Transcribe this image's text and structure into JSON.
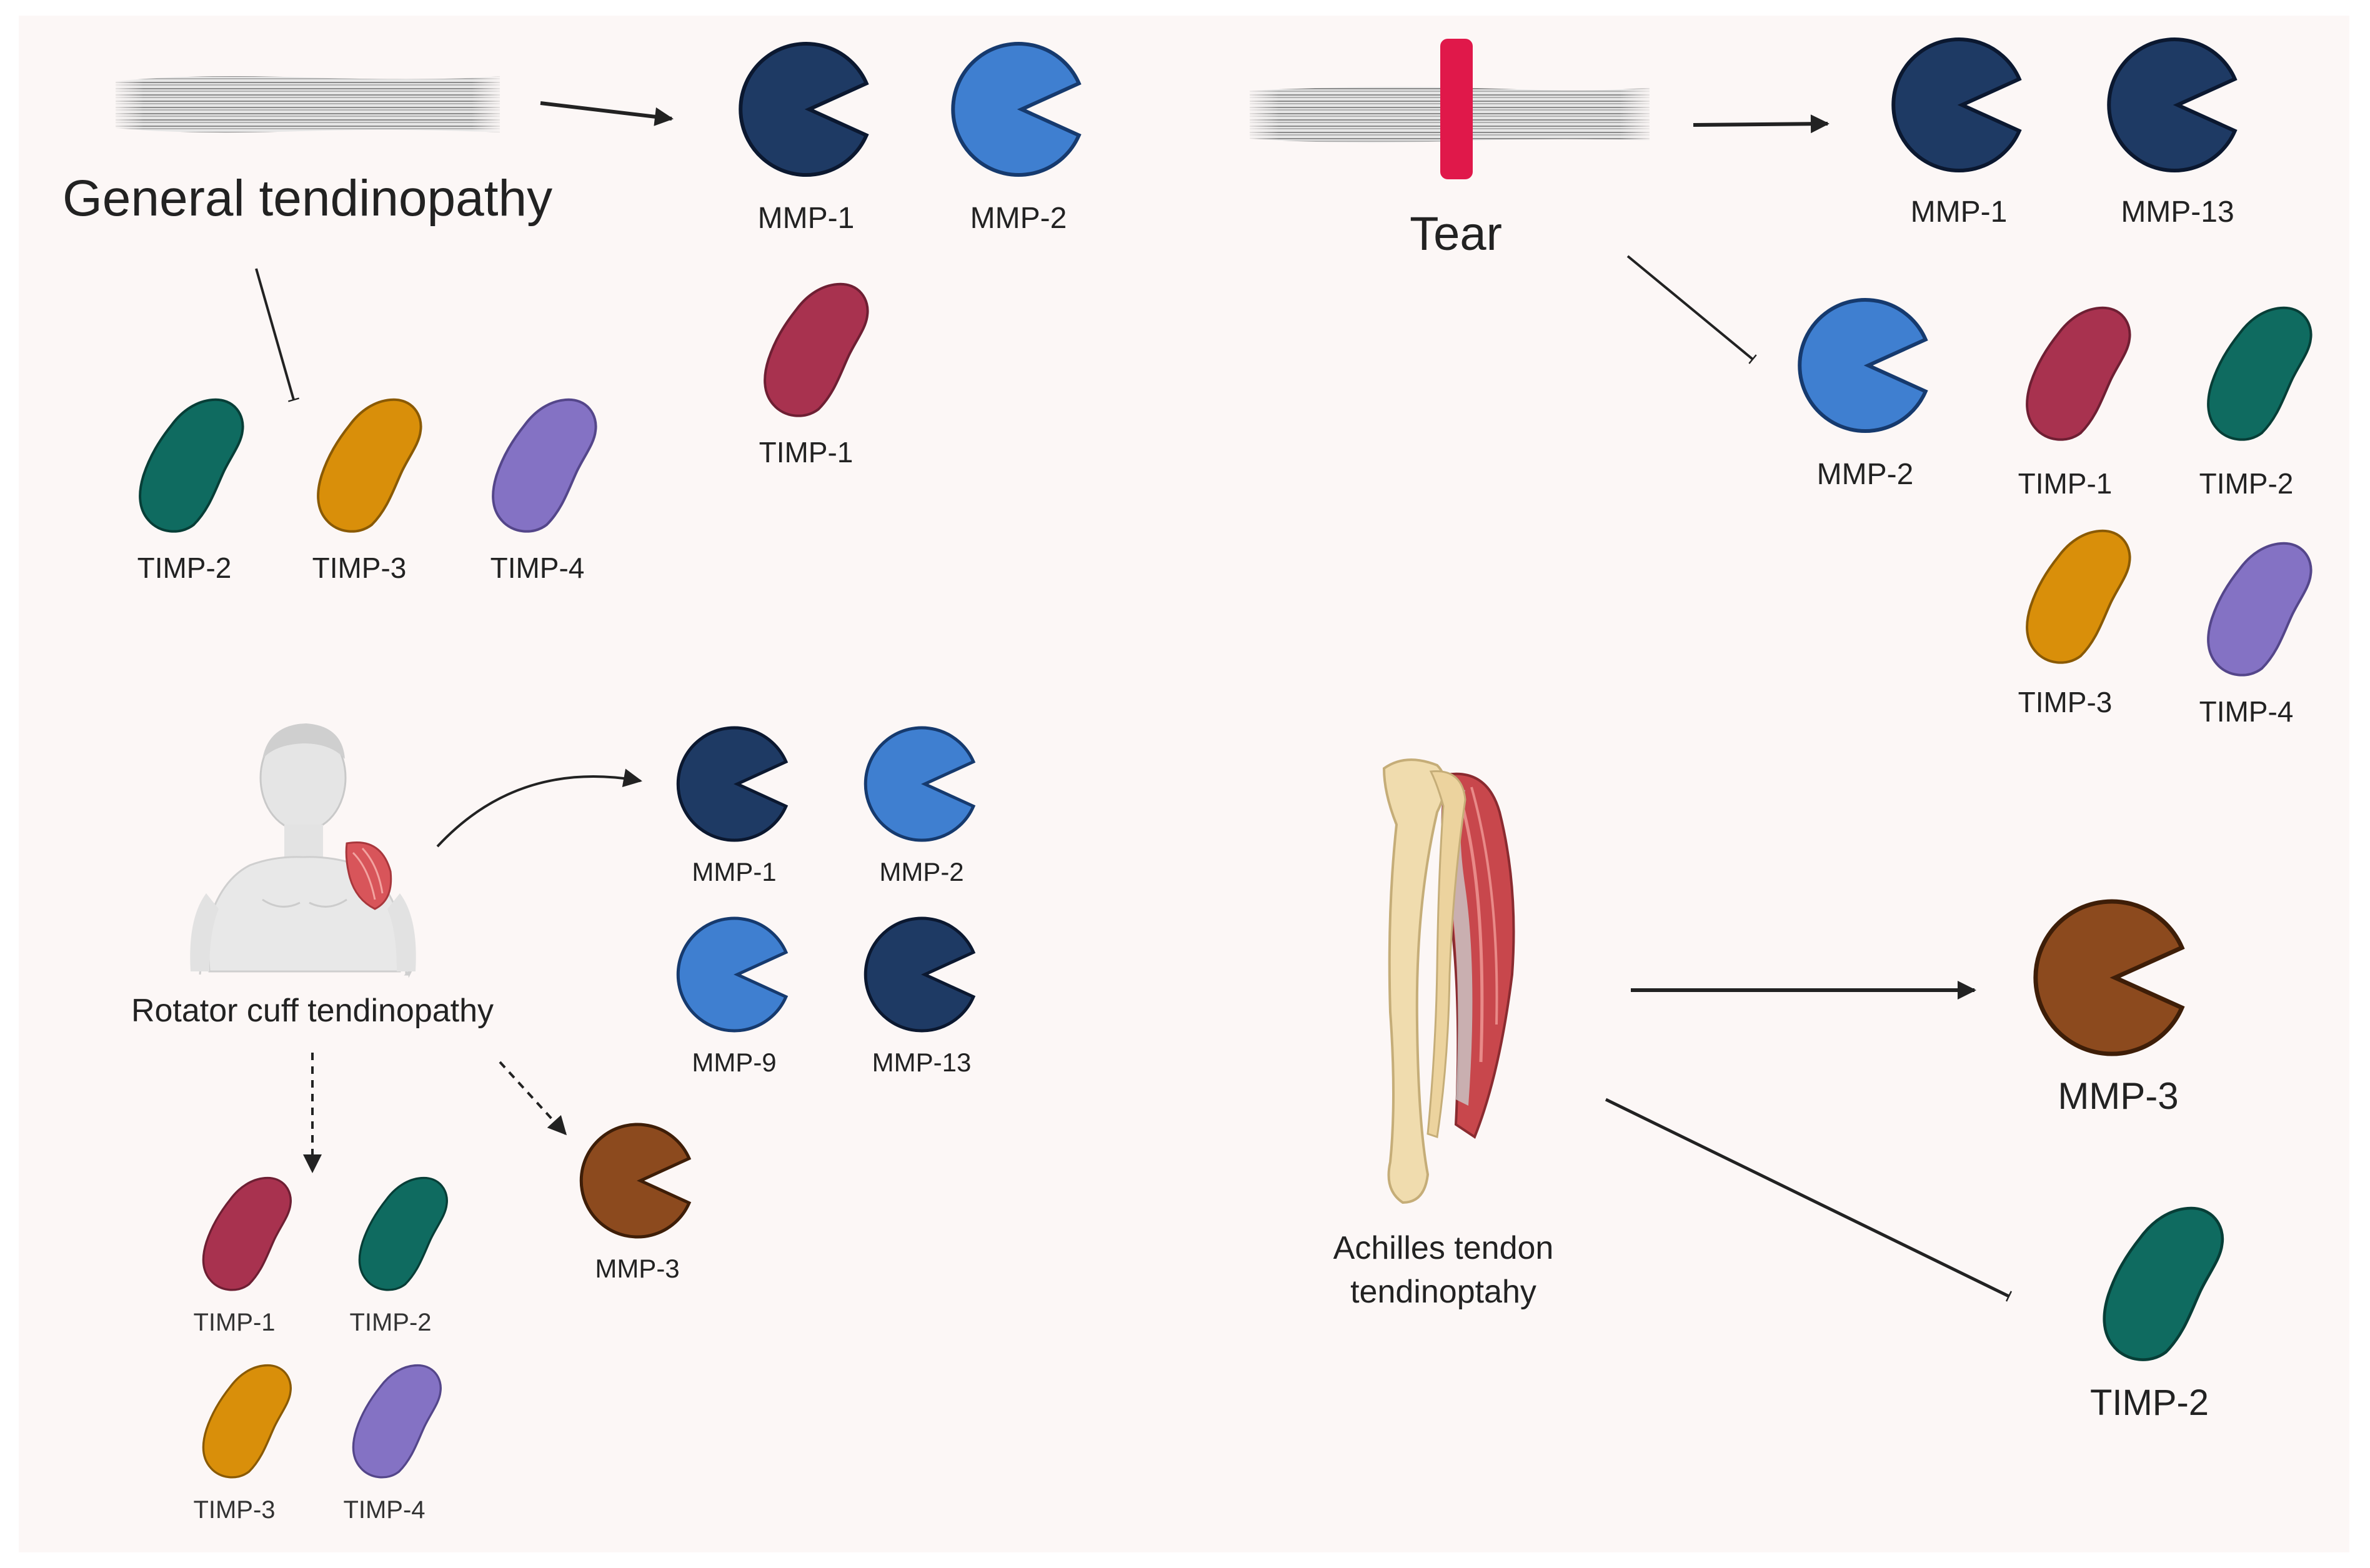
{
  "colors": {
    "background": "#fcf7f6",
    "mmp_dark": "#1e3a64",
    "mmp_light": "#3f7fd0",
    "mmp_brown": "#8c4a1e",
    "timp_1": "#a8324f",
    "timp_2": "#0f6b60",
    "timp_3": "#d98f0a",
    "timp_4": "#8472c4",
    "tear_mark": "#e0184a",
    "arrow": "#222222"
  },
  "sections": {
    "general": {
      "title": "General tendinopathy",
      "upregulated": [
        "MMP-1",
        "MMP-2",
        "TIMP-1"
      ],
      "inhibited": [
        "TIMP-2",
        "TIMP-3",
        "TIMP-4"
      ]
    },
    "tear": {
      "title": "Tear",
      "upregulated": [
        "MMP-1",
        "MMP-13"
      ],
      "inhibited": [
        "MMP-2",
        "TIMP-1",
        "TIMP-2",
        "TIMP-3",
        "TIMP-4"
      ]
    },
    "rotator": {
      "title": "Rotator cuff tendinopathy",
      "upregulated": [
        "MMP-1",
        "MMP-2",
        "MMP-9",
        "MMP-13"
      ],
      "dashed_right": [
        "MMP-3"
      ],
      "dashed_down": [
        "TIMP-1",
        "TIMP-2",
        "TIMP-3",
        "TIMP-4"
      ]
    },
    "achilles": {
      "title_line1": "Achilles tendon",
      "title_line2": "tendinoptahy",
      "upregulated": [
        "MMP-3"
      ],
      "inhibited": [
        "TIMP-2"
      ]
    }
  }
}
